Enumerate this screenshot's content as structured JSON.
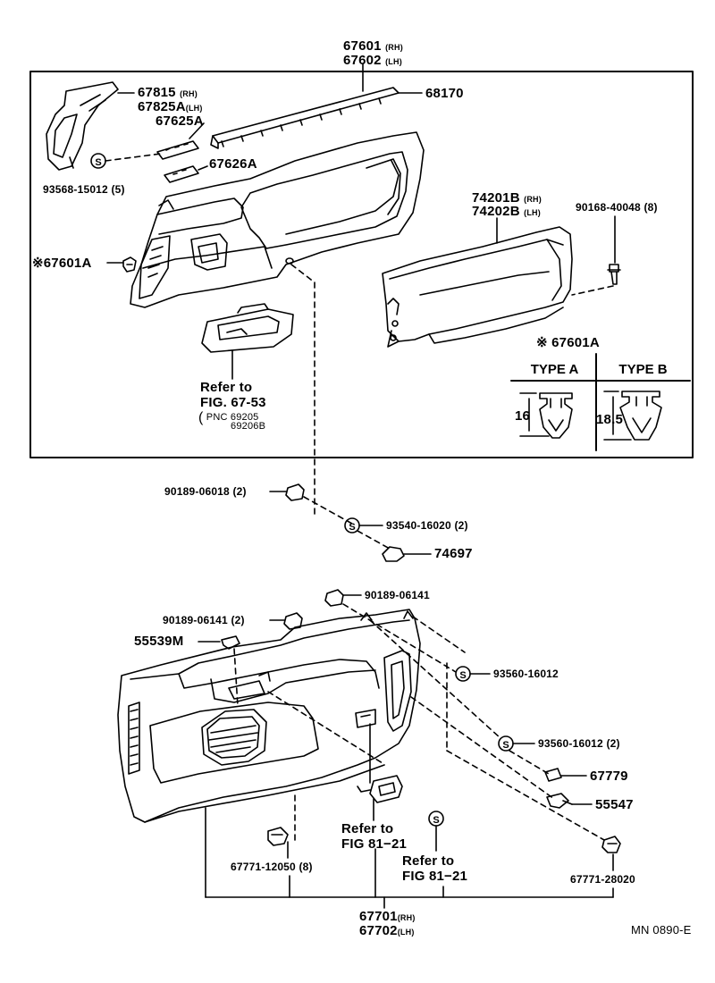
{
  "labels": {
    "top_rh": "67601",
    "top_rh_side": "(RH)",
    "top_lh": "67602",
    "top_lh_side": "(LH)",
    "p67815": "67815",
    "p67815_side": "(RH)",
    "p67825a": "67825A",
    "p67825a_side": "(LH)",
    "p67625a": "67625A",
    "p67626a": "67626A",
    "p68170": "68170",
    "p93568": "93568-15012 (5)",
    "p67601a": "※67601A",
    "p74201b": "74201B",
    "p74201b_side": "(RH)",
    "p74202b": "74202B",
    "p74202b_side": "(LH)",
    "p90168": "90168-40048 (8)",
    "clip_title": "※ 67601A",
    "type_a": "TYPE A",
    "type_b": "TYPE B",
    "dim_a": "16",
    "dim_b": "18.5",
    "ref1_a": "Refer to",
    "ref1_b": "FIG. 67-53",
    "ref1_c": "PNC 69205",
    "ref1_d": "69206B",
    "p90189_06018": "90189-06018 (2)",
    "p93540": "93540-16020 (2)",
    "p74697": "74697",
    "p90189_06141_top": "90189-06141",
    "p90189_06141_2": "90189-06141 (2)",
    "p55539m": "55539M",
    "p93560_a": "93560-16012",
    "p93560_b": "93560-16012 (2)",
    "p67779": "67779",
    "p55547": "55547",
    "ref2_a": "Refer to",
    "ref2_b": "FIG 81−21",
    "ref3_a": "Refer to",
    "ref3_b": "FIG 81−21",
    "p67771_12050": "67771-12050 (8)",
    "p67771_28020": "67771-28020",
    "bottom_rh": "67701",
    "bottom_rh_side": "(RH)",
    "bottom_lh": "67702",
    "bottom_lh_side": "(LH)",
    "catalog_code": "MN 0890-E"
  },
  "washer_symbol": "S",
  "icons": [
    "door-trim-panel",
    "armrest-pad",
    "door-frame-panel",
    "clip",
    "screw",
    "washer",
    "speaker-grille",
    "door-handle-bezel",
    "switch-bezel",
    "cap",
    "grommet"
  ]
}
